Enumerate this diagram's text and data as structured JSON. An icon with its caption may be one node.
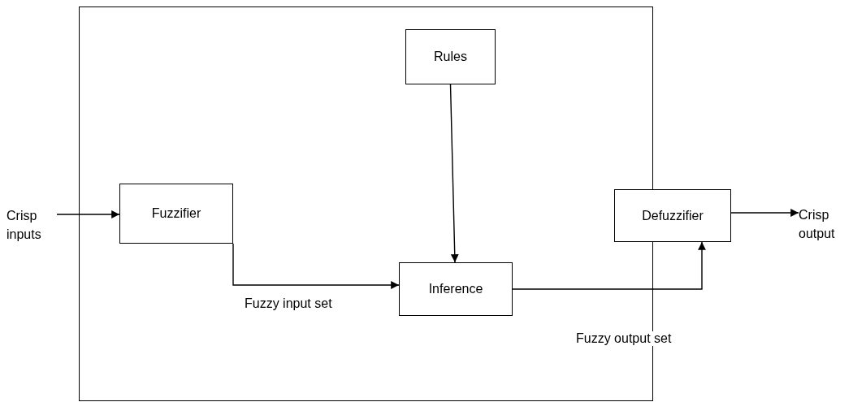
{
  "diagram": {
    "nodes": [
      {
        "text": [],
        "shape": "box"
      },
      {
        "text": [
          "Rules"
        ],
        "in": 0
      },
      {
        "text": [
          "Fuzzifier"
        ],
        "in": 0
      },
      {
        "text": [
          "Inference"
        ],
        "in": 0
      },
      {
        "text": [
          "Defuzzifier"
        ]
      },
      {
        "text": [
          "Crisp inputs"
        ]
      },
      {
        "text": [
          "Crisp output"
        ]
      }
    ],
    "edges": [
      {
        "from": 5,
        "to": 2,
        "arrow": "to"
      },
      {
        "from": 2,
        "to": 3,
        "arrow": "to",
        "label": "Fuzzy input set"
      },
      {
        "from": 1,
        "to": 3,
        "arrow": "to"
      },
      {
        "from": 3,
        "to": 4,
        "arrow": "to",
        "label": "Fuzzy output set"
      },
      {
        "from": 4,
        "to": 6,
        "arrow": "to"
      }
    ]
  }
}
